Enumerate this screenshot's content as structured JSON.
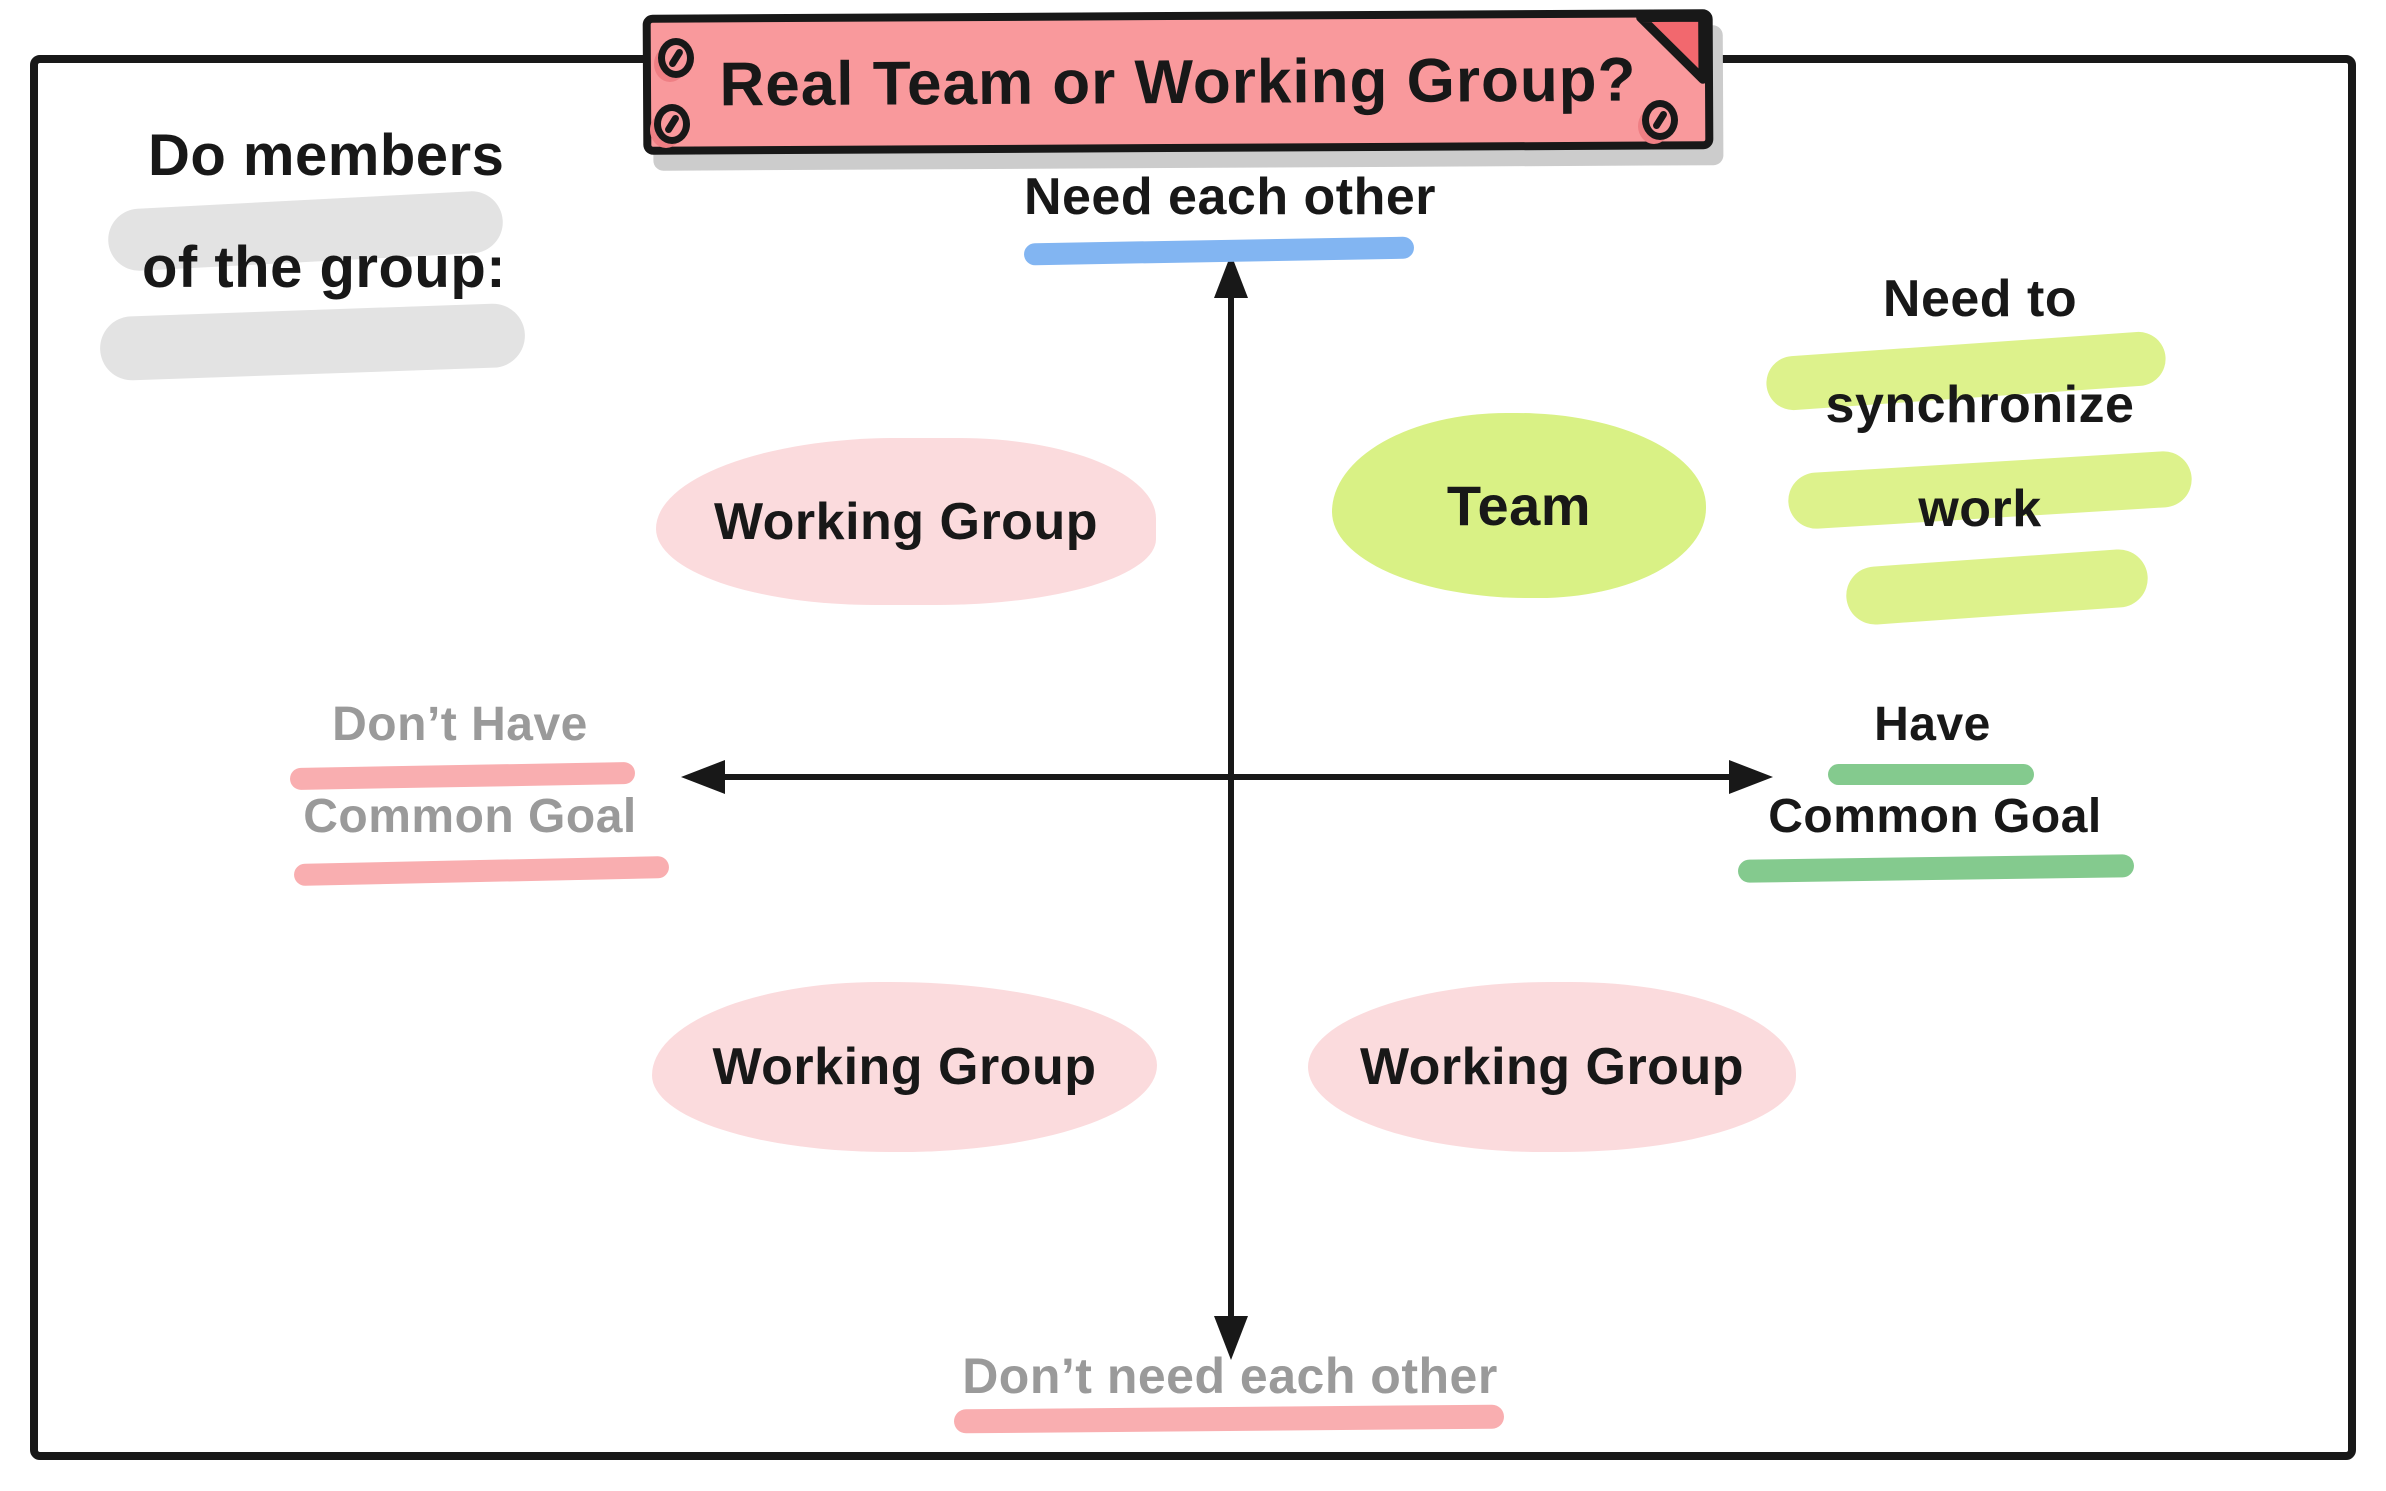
{
  "title_banner": {
    "text": "Real Team or Working Group?"
  },
  "question": {
    "line1": "Do members",
    "line2": "of the group:"
  },
  "axis": {
    "top_label": "Need each other",
    "bottom_label": "Don’t need each other",
    "left_label_line1": "Don’t Have",
    "left_label_line2": "Common Goal",
    "right_label_line1": "Have",
    "right_label_line2": "Common Goal"
  },
  "quadrants": {
    "top_left": "Working Group",
    "top_right": "Team",
    "bottom_left": "Working Group",
    "bottom_right": "Working Group"
  },
  "side_note": {
    "line1": "Need to",
    "line2": "synchronize",
    "line3": "work"
  },
  "colors": {
    "banner_pink": "#f9999c",
    "banner_fold_pink": "#f2686e",
    "blob_pink": "#fbdbdd",
    "blob_green": "#d9f185",
    "highlight_green": "#ddf28c",
    "underline_blue": "#82b5f2",
    "underline_green": "#84ca8e",
    "underline_pink": "#f9aeb0",
    "highlight_gray": "#e3e3e3",
    "muted_text_gray": "#9a9a9a",
    "ink_black": "#181818"
  }
}
